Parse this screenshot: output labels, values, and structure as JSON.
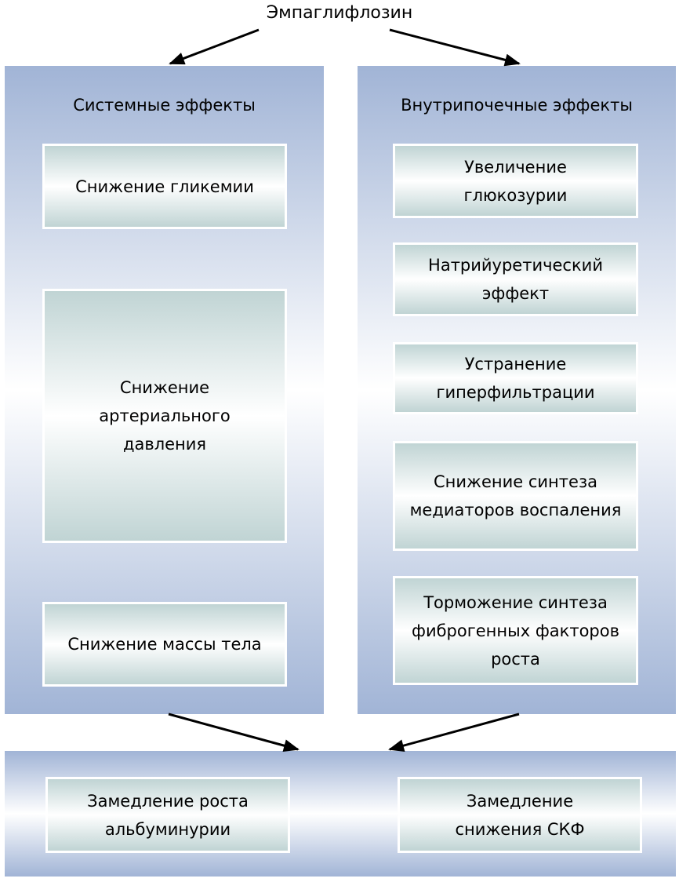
{
  "title": "Эмпаглифлозин",
  "left": {
    "header": "Системные эффекты",
    "items": [
      "Снижение гликемии",
      "Снижение артериального давления",
      "Снижение массы тела"
    ]
  },
  "right": {
    "header": "Внутрипочечные эффекты",
    "items": [
      "Увеличение глюкозурии",
      "Натрийуретический эффект",
      "Устранение гиперфильтрации",
      "Снижение синтеза медиаторов воспаления",
      "Торможение синтеза фиброгенных факторов роста"
    ]
  },
  "bottom": {
    "items": [
      "Замедление роста альбуминурии",
      "Замедление снижения СКФ"
    ]
  }
}
